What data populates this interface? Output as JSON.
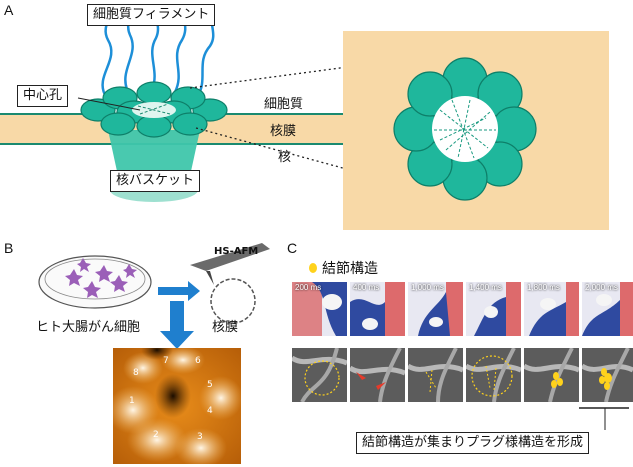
{
  "panels": {
    "a": "A",
    "b": "B",
    "c": "C"
  },
  "panel_a": {
    "cytoplasmic_filament": "細胞質フィラメント",
    "central_pore": "中心孔",
    "cytoplasm": "細胞質",
    "nuclear_envelope": "核膜",
    "nucleus": "核",
    "nuclear_basket": "核バスケット"
  },
  "panel_b": {
    "hs_afm": "HS-AFM",
    "cells": "ヒト大腸がん細胞",
    "nuclear_envelope": "核膜",
    "subunit_numbers": [
      "1",
      "2",
      "3",
      "4",
      "5",
      "6",
      "7",
      "8"
    ]
  },
  "panel_c": {
    "legend": "結節構造",
    "frames": [
      "200 ms",
      "400 ms",
      "1,000 ms",
      "1,400 ms",
      "1,800 ms",
      "2,000 ms"
    ],
    "caption": "結節構造が集まりプラグ様構造を形成"
  },
  "colors": {
    "teal": "#1fb79c",
    "tan": "#f8d9a7",
    "blue_filament": "#1d8fd8",
    "arrow_blue": "#1f7fce",
    "knot_yellow": "#ffd21c"
  }
}
